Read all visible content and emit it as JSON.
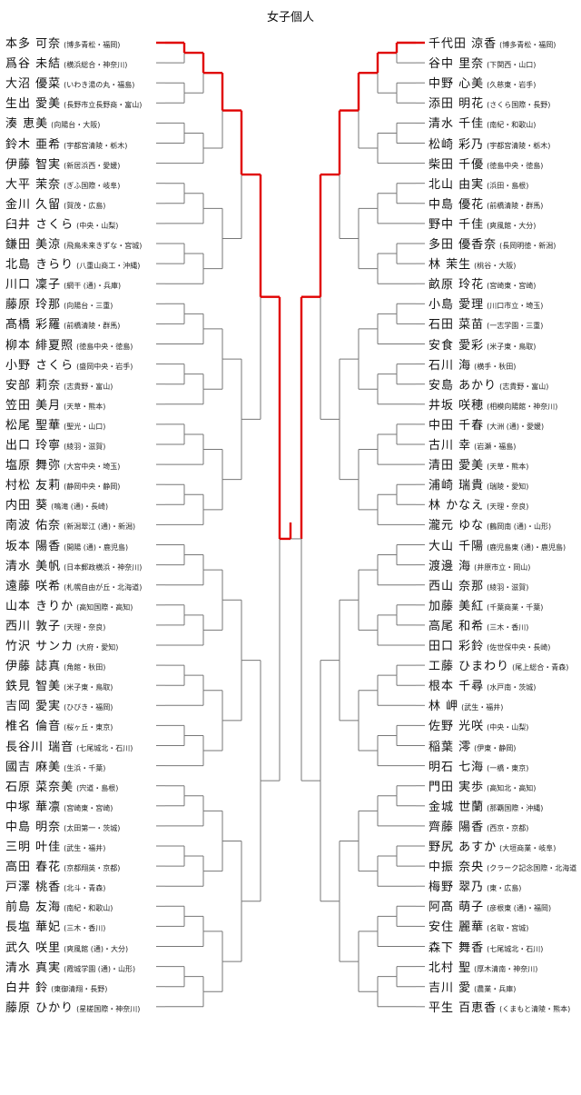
{
  "title": "女子個人",
  "left": [
    {
      "name": "本多 可奈",
      "school": "(博多青松・福岡)"
    },
    {
      "name": "爲谷 未結",
      "school": "(横浜総合・神奈川)"
    },
    {
      "name": "大沼 優菜",
      "school": "(いわき湯の丸・福島)"
    },
    {
      "name": "生出 愛美",
      "school": "(長野市立長野商・富山)"
    },
    {
      "name": "湊 恵美",
      "school": "(向陽台・大阪)"
    },
    {
      "name": "鈴木 亜希",
      "school": "(宇都宮清陵・栃木)"
    },
    {
      "name": "伊藤 智実",
      "school": "(新居浜西・愛媛)"
    },
    {
      "name": "大平 茉奈",
      "school": "(ぎふ国際・岐阜)"
    },
    {
      "name": "金川 久留",
      "school": "(賀茂・広島)"
    },
    {
      "name": "臼井 さくら",
      "school": "(中央・山梨)"
    },
    {
      "name": "鎌田 美涼",
      "school": "(飛鳥未来きずな・宮城)"
    },
    {
      "name": "北島 きらり",
      "school": "(八重山商工・沖縄)"
    },
    {
      "name": "川口 凜子",
      "school": "(網干 (通)・兵庫)"
    },
    {
      "name": "藤原 玲那",
      "school": "(向陽台・三重)"
    },
    {
      "name": "髙橋 彩羅",
      "school": "(前橋清陵・群馬)"
    },
    {
      "name": "柳本 緋夏照",
      "school": "(徳島中央・徳島)"
    },
    {
      "name": "小野 さくら",
      "school": "(盛岡中央・岩手)"
    },
    {
      "name": "安部 莉奈",
      "school": "(志貴野・富山)"
    },
    {
      "name": "笠田 美月",
      "school": "(天草・熊本)"
    },
    {
      "name": "松尾 聖華",
      "school": "(聖光・山口)"
    },
    {
      "name": "出口 玲寧",
      "school": "(綾羽・滋賀)"
    },
    {
      "name": "塩原 舞弥",
      "school": "(大宮中央・埼玉)"
    },
    {
      "name": "村松 友莉",
      "school": "(静岡中央・静岡)"
    },
    {
      "name": "内田 葵",
      "school": "(鳴滝 (通)・長崎)"
    },
    {
      "name": "南波 佑奈",
      "school": "(新潟翠江 (通)・新潟)"
    },
    {
      "name": "坂本 陽香",
      "school": "(開陽 (通)・鹿児島)"
    },
    {
      "name": "清水 美帆",
      "school": "(日本郵政横浜・神奈川)"
    },
    {
      "name": "遠藤 咲希",
      "school": "(札幌自由が丘・北海道)"
    },
    {
      "name": "山本 きりか",
      "school": "(高知国際・高知)"
    },
    {
      "name": "西川 敦子",
      "school": "(天理・奈良)"
    },
    {
      "name": "竹沢 サンカ",
      "school": "(大府・愛知)"
    },
    {
      "name": "伊藤 誌真",
      "school": "(角館・秋田)"
    },
    {
      "name": "鉄見 智美",
      "school": "(米子東・鳥取)"
    },
    {
      "name": "吉岡 愛実",
      "school": "(ひびき・福岡)"
    },
    {
      "name": "椎名 倫音",
      "school": "(桜ヶ丘・東京)"
    },
    {
      "name": "長谷川 瑞音",
      "school": "(七尾城北・石川)"
    },
    {
      "name": "國吉 麻美",
      "school": "(生浜・千葉)"
    },
    {
      "name": "石原 菜奈美",
      "school": "(宍道・島根)"
    },
    {
      "name": "中塚 華凛",
      "school": "(宮崎東・宮崎)"
    },
    {
      "name": "中島 明奈",
      "school": "(太田第一・茨城)"
    },
    {
      "name": "三明 叶佳",
      "school": "(武生・福井)"
    },
    {
      "name": "高田 春花",
      "school": "(京都翔英・京都)"
    },
    {
      "name": "戸澤 桃香",
      "school": "(北斗・青森)"
    },
    {
      "name": "前島 友海",
      "school": "(南紀・和歌山)"
    },
    {
      "name": "長塩 華妃",
      "school": "(三木・香川)"
    },
    {
      "name": "武久 咲里",
      "school": "(爽風館 (通)・大分)"
    },
    {
      "name": "清水 真実",
      "school": "(霞城学園 (通)・山形)"
    },
    {
      "name": "白井 鈴",
      "school": "(東御清翔・長野)"
    },
    {
      "name": "藤原 ひかり",
      "school": "(星槎国際・神奈川)"
    }
  ],
  "right": [
    {
      "name": "千代田 涼香",
      "school": "(博多青松・福岡)"
    },
    {
      "name": "谷中 里奈",
      "school": "(下関西・山口)"
    },
    {
      "name": "中野 心美",
      "school": "(久慈東・岩手)"
    },
    {
      "name": "添田 明花",
      "school": "(さくら国際・長野)"
    },
    {
      "name": "清水 千佳",
      "school": "(南紀・和歌山)"
    },
    {
      "name": "松崎 彩乃",
      "school": "(宇都宮清陵・栃木)"
    },
    {
      "name": "柴田 千優",
      "school": "(徳島中央・徳島)"
    },
    {
      "name": "北山 由実",
      "school": "(浜田・島根)"
    },
    {
      "name": "中島 優花",
      "school": "(前橋清陵・群馬)"
    },
    {
      "name": "野中 千佳",
      "school": "(爽風館・大分)"
    },
    {
      "name": "多田 優香奈",
      "school": "(長岡明徳・新潟)"
    },
    {
      "name": "林 茉生",
      "school": "(桃谷・大阪)"
    },
    {
      "name": "畝原 玲花",
      "school": "(宮崎東・宮崎)"
    },
    {
      "name": "小島 愛理",
      "school": "(川口市立・埼玉)"
    },
    {
      "name": "石田 菜苗",
      "school": "(一志学園・三重)"
    },
    {
      "name": "安食 愛彩",
      "school": "(米子東・鳥取)"
    },
    {
      "name": "石川 海",
      "school": "(横手・秋田)"
    },
    {
      "name": "安島 あかり",
      "school": "(志貴野・富山)"
    },
    {
      "name": "井坂 咲穂",
      "school": "(相模向陽館・神奈川)"
    },
    {
      "name": "中田 千春",
      "school": "(大洲 (通)・愛媛)"
    },
    {
      "name": "古川 幸",
      "school": "(岩瀬・福島)"
    },
    {
      "name": "清田 愛美",
      "school": "(天草・熊本)"
    },
    {
      "name": "浦崎 瑞貴",
      "school": "(瑞陵・愛知)"
    },
    {
      "name": "林 かなえ",
      "school": "(天理・奈良)"
    },
    {
      "name": "瀧元 ゆな",
      "school": "(鶴岡南 (通)・山形)"
    },
    {
      "name": "大山 千陽",
      "school": "(鹿児島東 (通)・鹿児島)"
    },
    {
      "name": "渡邊 海",
      "school": "(井原市立・岡山)"
    },
    {
      "name": "西山 奈那",
      "school": "(綾羽・滋賀)"
    },
    {
      "name": "加藤 美紅",
      "school": "(千葉商業・千葉)"
    },
    {
      "name": "高尾 和希",
      "school": "(三木・香川)"
    },
    {
      "name": "田口 彩鈴",
      "school": "(佐世保中央・長崎)"
    },
    {
      "name": "工藤 ひまわり",
      "school": "(尾上総合・青森)"
    },
    {
      "name": "根本 千尋",
      "school": "(水戸南・茨城)"
    },
    {
      "name": "林 岬",
      "school": "(武生・福井)"
    },
    {
      "name": "佐野 光咲",
      "school": "(中央・山梨)"
    },
    {
      "name": "稲葉 澪",
      "school": "(伊東・静岡)"
    },
    {
      "name": "明石 七海",
      "school": "(一橋・東京)"
    },
    {
      "name": "門田 実歩",
      "school": "(高知北・高知)"
    },
    {
      "name": "金城 世蘭",
      "school": "(那覇国際・沖縄)"
    },
    {
      "name": "齊藤 陽香",
      "school": "(西京・京都)"
    },
    {
      "name": "野尻 あすか",
      "school": "(大垣商業・岐阜)"
    },
    {
      "name": "中振 奈央",
      "school": "(クラーク記念国際・北海道)"
    },
    {
      "name": "梅野 翠乃",
      "school": "(東・広島)"
    },
    {
      "name": "阿髙 萌子",
      "school": "(彦根東 (通)・福岡)"
    },
    {
      "name": "安住 麗華",
      "school": "(名取・宮城)"
    },
    {
      "name": "森下 舞香",
      "school": "(七尾城北・石川)"
    },
    {
      "name": "北村 聖",
      "school": "(厚木清南・神奈川)"
    },
    {
      "name": "吉川 愛",
      "school": "(農業・兵庫)"
    },
    {
      "name": "平生 百恵香",
      "school": "(くまもと清陵・熊本)"
    }
  ],
  "colors": {
    "win": "#e00000",
    "line": "#777777"
  }
}
